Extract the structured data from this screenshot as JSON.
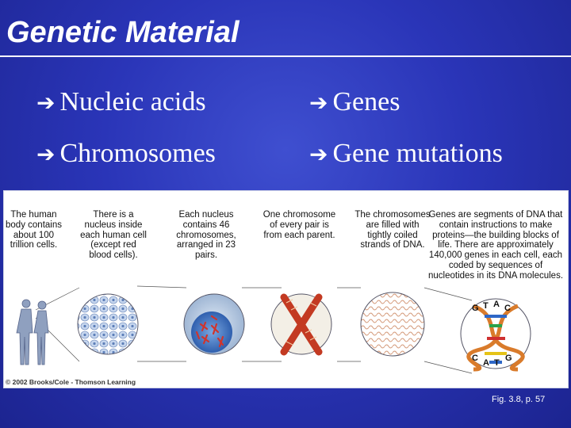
{
  "title": "Genetic Material",
  "bullets": [
    "Nucleic acids",
    "Genes",
    "Chromosomes",
    "Gene mutations"
  ],
  "figure": {
    "captions": [
      "The human body contains about 100 trillion cells.",
      "There is a nucleus inside each human cell (except red blood cells).",
      "Each nucleus contains 46 chromosomes, arranged in 23 pairs.",
      "One chromosome of every pair is from each parent.",
      "The chromosomes are filled with tightly coiled strands of DNA.",
      "Genes are segments of DNA that contain instructions to make proteins—the building blocks of life. There are approximately 140,000 genes in each cell, each coded by sequences of nucleotides in its DNA molecules."
    ],
    "bases_top": [
      "G",
      "T",
      "A",
      "C"
    ],
    "bases_bottom": [
      "C",
      "A",
      "T",
      "G"
    ],
    "copyright": "© 2002 Brooks/Cole - Thomson Learning"
  },
  "figure_ref": "Fig. 3.8, p. 57",
  "colors": {
    "background": "#2a35b8",
    "text": "#ffffff"
  }
}
